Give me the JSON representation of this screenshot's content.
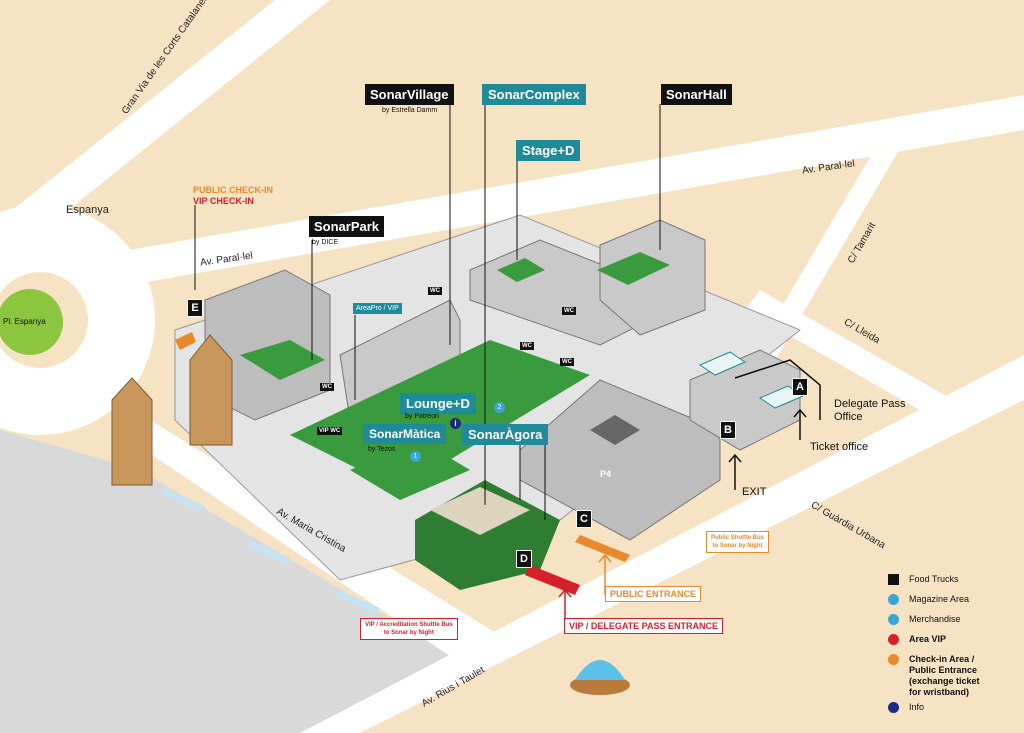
{
  "venues": {
    "sonar_village": "SonarVillage",
    "sonar_village_sub": "by Estrella Damm",
    "sonar_complex": "SonarComplex",
    "sonar_hall": "SonarHall",
    "stage_d": "Stage+D",
    "sonar_park": "SonarPark",
    "sonar_park_sub": "by DICE",
    "lounge_d": "Lounge+D",
    "lounge_sub": "by Patreon",
    "sonar_matica": "SonarMàtica",
    "sonar_matica_sub": "by Tezos",
    "sonar_agora": "SonarÀgora",
    "areapro": "AreaPro / VIP"
  },
  "streets": {
    "gran_via": "Gran Via de les Corts Catalanes",
    "espanya": "Espanya",
    "paralel_left": "Av. Paral·lel",
    "paralel_right": "Av. Paral·lel",
    "tamarit": "C/ Tamarit",
    "lleida": "C/ Lleida",
    "maria_cristina": "Av. Maria Cristina",
    "guardia_urbana": "C/ Guàrdia Urbana",
    "rius_taulet": "Av. Rius i Taulet",
    "pl_espanya": "Pl. Espanya"
  },
  "checkin": {
    "public": "PUBLIC CHECK-IN",
    "vip": "VIP CHECK-IN"
  },
  "letters": {
    "a": "A",
    "b": "B",
    "c": "C",
    "d": "D",
    "e": "E"
  },
  "markers": {
    "wc": "WC",
    "p4": "P4",
    "vip_wc": "VIP WC",
    "magazine_1": "1",
    "merch_2": "2"
  },
  "annotations": {
    "delegate_pass": "Delegate Pass\nOffice",
    "ticket_office": "Ticket office",
    "exit": "EXIT",
    "public_entrance": "PUBLIC ENTRANCE",
    "vip_entrance": "VIP / DELEGATE PASS ENTRANCE",
    "shuttle_public": "Public Shuttle Bus\nto Sonar by Night",
    "shuttle_vip": "VIP / Accreditation Shuttle Bus\nto Sonar by Night"
  },
  "legend": [
    {
      "icon": "food-truck",
      "label": "Food Trucks",
      "color": "#111111"
    },
    {
      "icon": "magazine",
      "label": "Magazine Area",
      "color": "#3aa6d8"
    },
    {
      "icon": "merchandise",
      "label": "Merchandise",
      "color": "#3aa6d8"
    },
    {
      "icon": "area-vip",
      "label": "Area VIP",
      "color": "#d4202a"
    },
    {
      "icon": "checkin",
      "label": "Check-in Area /\nPublic Entrance\n(exchange ticket\nfor wristband)",
      "color": "#e8892b"
    },
    {
      "icon": "info",
      "label": "Info",
      "color": "#1c2a80"
    }
  ],
  "colors": {
    "ground": "#f6e3c4",
    "road": "#ffffff",
    "plaza": "#d9d9d9",
    "grass": "#3a9a3e",
    "building": "#bdbdbd",
    "teal": "#1f8b98",
    "orange": "#e8892b",
    "red": "#d4202a"
  }
}
